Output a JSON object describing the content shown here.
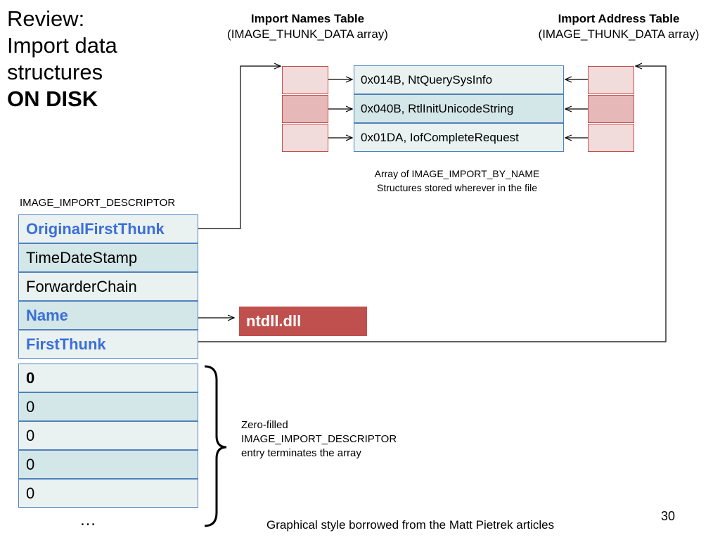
{
  "title": {
    "line1": "Review:",
    "line2": "Import data",
    "line3": "structures",
    "line4": "ON DISK"
  },
  "int_header": {
    "title": "Import Names Table",
    "subtitle": "(IMAGE_THUNK_DATA array)"
  },
  "iat_header": {
    "title": "Import Address Table",
    "subtitle": "(IMAGE_THUNK_DATA array)"
  },
  "import_by_name": [
    "0x014B, NtQuerySysInfo",
    "0x040B, RtlInitUnicodeString",
    "0x01DA, IofCompleteRequest"
  ],
  "byname_note": {
    "line1": "Array of IMAGE_IMPORT_BY_NAME",
    "line2": "Structures stored wherever in the file"
  },
  "descriptor_label": "IMAGE_IMPORT_DESCRIPTOR",
  "descriptor_fields": [
    "OriginalFirstThunk",
    "TimeDateStamp",
    "ForwarderChain",
    "Name",
    "FirstThunk"
  ],
  "zero_fields": [
    "0",
    "0",
    "0",
    "0",
    "0"
  ],
  "ellipsis": "…",
  "dll_name": "ntdll.dll",
  "zero_note": {
    "line1": "Zero-filled",
    "line2": "IMAGE_IMPORT_DESCRIPTOR",
    "line3": "entry terminates the array"
  },
  "page_number": "30",
  "credit": "Graphical style borrowed from the Matt Pietrek articles",
  "colors": {
    "accent_blue": "#3b6fd6",
    "thunk_red": "#c0504d",
    "box_border": "#4f81bd"
  }
}
